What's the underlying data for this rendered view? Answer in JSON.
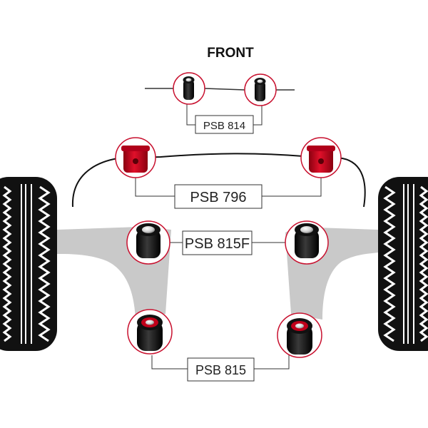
{
  "heading": "FRONT",
  "labels": {
    "psb814": "PSB 814",
    "psb796": "PSB 796",
    "psb815f": "PSB 815F",
    "psb815": "PSB 815"
  },
  "colors": {
    "tyre": "#111111",
    "arm": "#c9c9c9",
    "bush_black": "#141414",
    "bush_red": "#c0001a",
    "ring": "#c8102e",
    "line": "#333333"
  }
}
